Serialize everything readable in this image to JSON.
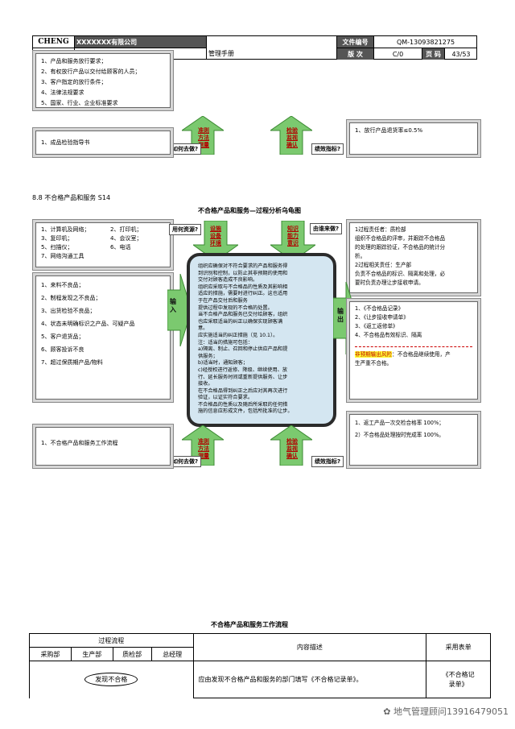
{
  "header": {
    "company_code": "CHENG",
    "company_name": "XXXXXXX有限公司",
    "doc_title": "管理手册",
    "doc_no_label": "文件编号",
    "doc_no": "QM-13093821275",
    "version_label": "版 次",
    "version": "C/0",
    "page_label": "页 码",
    "page": "43/53"
  },
  "top_section": {
    "inputs": [
      "1、产品和服务放行要求；",
      "2、有权放行产品以交付给顾客的人员；",
      "3、客户指定的放行条件；",
      "4、法律法规要求",
      "5、国家、行业、企业标准要求"
    ],
    "how_label": "如何去做?",
    "method_label": "准则\n方法\n测量",
    "method_lines": [
      "准则",
      "方法",
      "测量"
    ],
    "check_lines": [
      "检验",
      "监视",
      "确认"
    ],
    "indicator_label": "绩效指标?",
    "guide": "1、成品检验指导书",
    "indicator": "1、放行产品退货率≤0.5%"
  },
  "section_title": "8.8  不合格产品和服务 S14",
  "turtle": {
    "title": "不合格产品和服务—过程分析乌龟图",
    "resource_label": "用何资源?",
    "resource_lines": [
      "设施",
      "设备",
      "环境"
    ],
    "resources": [
      [
        "1、计算机及网络；",
        "2、打印机；"
      ],
      [
        "3、复印机；",
        "4、会议室；"
      ],
      [
        "5、扫描仪；",
        "6、电话"
      ],
      [
        "7、网络沟通工具",
        ""
      ]
    ],
    "who_label": "由谁来做?",
    "who_lines": [
      "知识",
      "能力",
      "意识"
    ],
    "who": [
      "1过程责任者：质检部",
      "组织不合格品的评审，并跟踪不合格品",
      "的处理的跟踪验证，不合格品的统计分",
      "析。",
      "2过程相关责任：生产部",
      "负责不合格品的标识、隔离和处理，必",
      "要时负责办理让步接收申请。"
    ],
    "inputs": [
      "1、来料不良品；",
      "2、制程发现之不良品；",
      "3、出货检验不良品；",
      "4、状态未明确标识之产品、可疑产品",
      "5、客户退货品；",
      "6、顾客投诉不良",
      "7、超过保质期产品/物料"
    ],
    "input_label": "输入",
    "output_label": "输出",
    "center": [
      "组织应确保对不符合要求的产品和服务得",
      "到识别和控制，以防止其非预期的使用和",
      "交付对顾客造成不良影响。",
      "组织应采取与不合格品的性质及其影响相",
      "适应的措施，需要时进行纠正。这也适用",
      "于在产品交付后和服务",
      "提供过程中发现的不合格的处置。",
      "当不合格产品和服务已交付给顾客，组织",
      "也应采取适当的纠正以确保实现顾客满",
      "意。",
      "应实施适当的纠正措施（见 10.1）。",
      "注：适当的措施可包括：",
      "a)隔离、制止、召回和停止供应产品和提",
      "供服务；",
      "b)适当时，通知顾客；",
      "c)经授权进行返修、降级、继续使用、放",
      "行、延长服务时间或重新提供服务、让步",
      "接收。",
      "在不合格品得到纠正之后应对其再次进行",
      "验证，以证实符合要求。",
      "不合格品的性质以及随后所采取的任何措",
      "施的信息应形成文件，包括所批准的让步。"
    ],
    "outputs": [
      "1、《不合格品记录》",
      "2、《让步接收申请单》",
      "3、《返工返修单》",
      "4、不合格品有效标识、隔离"
    ],
    "output_highlight": "非预期输出风险",
    "output_risk_rest": "：不合格品继续使用，产",
    "output_risk_line2": "生严重不合格。",
    "how_label": "如何去做?",
    "method_lines": [
      "准则",
      "方法",
      "测量"
    ],
    "check_lines": [
      "检验",
      "监视",
      "确认"
    ],
    "indicator_label": "绩效指标?",
    "guide": "1、不合格产品和服务工作流程",
    "indicators": [
      "1、返工产品一次交检合格率 100%；",
      "2）不合格品处理按时完成率 100%。"
    ]
  },
  "flow": {
    "title": "不合格产品和服务工作流程",
    "process_label": "过程流程",
    "content_label": "内容描述",
    "form_label": "采用表单",
    "departments": [
      "采购部",
      "生产部",
      "质检部",
      "总经理"
    ],
    "step": "发现不合格",
    "step_desc": "应由发现不合格产品和服务的部门填写《不合格记录单》。",
    "step_form_lines": [
      "《不合格记",
      "录单》"
    ]
  },
  "watermark": "地气管理顾问13916479051",
  "colors": {
    "arrow_green": "#7bc96f",
    "center_fill": "#d4e6f1",
    "highlight": "#ffff33",
    "red_text": "#b30000"
  }
}
